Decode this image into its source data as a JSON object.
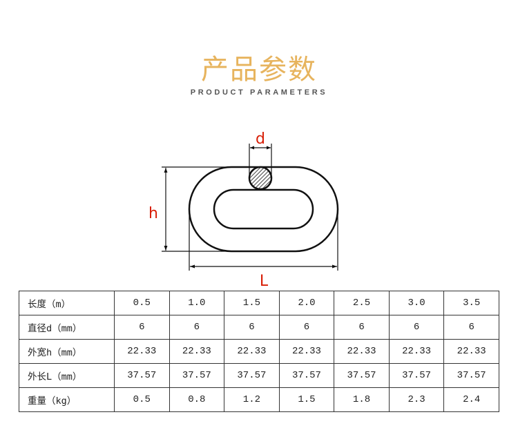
{
  "header": {
    "title": "产品参数",
    "subtitle": "PRODUCT PARAMETERS"
  },
  "diagram": {
    "label_d": "d",
    "label_h": "h",
    "label_L": "L",
    "dimension_color": "#d81e06",
    "line_color": "#111111"
  },
  "table": {
    "rows": [
      {
        "label": "长度（m）",
        "values": [
          "0.5",
          "1.0",
          "1.5",
          "2.0",
          "2.5",
          "3.0",
          "3.5"
        ]
      },
      {
        "label": "直径d（mm）",
        "values": [
          "6",
          "6",
          "6",
          "6",
          "6",
          "6",
          "6"
        ]
      },
      {
        "label": "外宽h（mm）",
        "values": [
          "22.33",
          "22.33",
          "22.33",
          "22.33",
          "22.33",
          "22.33",
          "22.33"
        ]
      },
      {
        "label": "外长L（mm）",
        "values": [
          "37.57",
          "37.57",
          "37.57",
          "37.57",
          "37.57",
          "37.57",
          "37.57"
        ]
      },
      {
        "label": "重量（kg）",
        "values": [
          "0.5",
          "0.8",
          "1.2",
          "1.5",
          "1.8",
          "2.3",
          "2.4"
        ]
      }
    ]
  }
}
